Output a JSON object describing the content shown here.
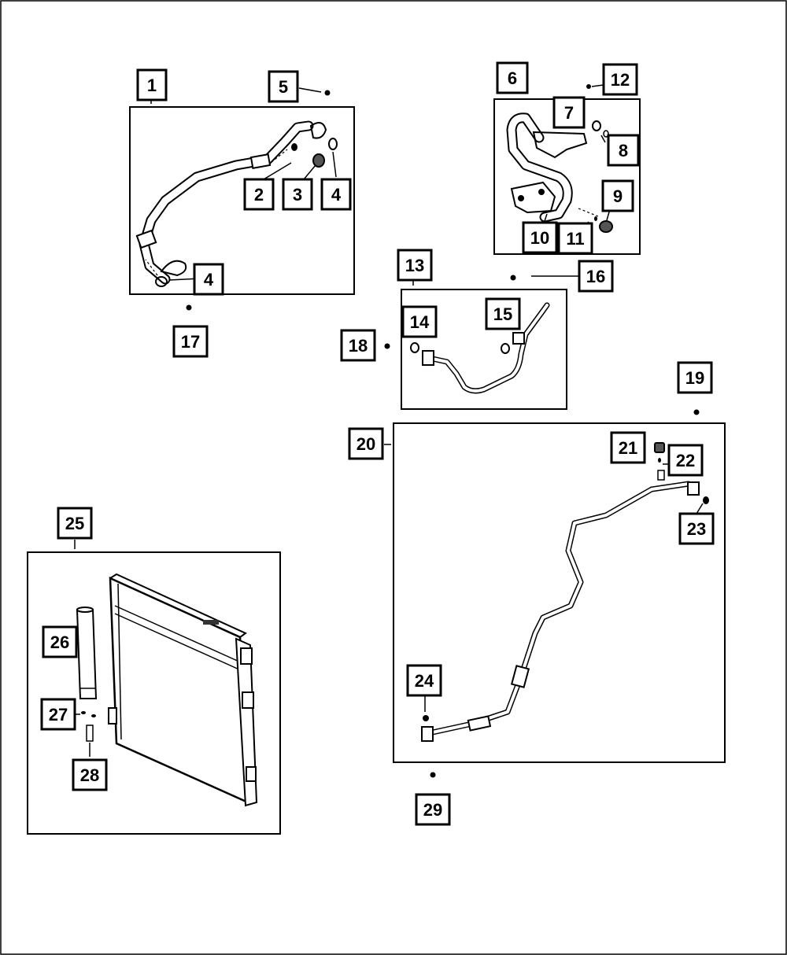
{
  "diagram": {
    "callouts": [
      {
        "id": "c1",
        "label": "1"
      },
      {
        "id": "c2",
        "label": "2"
      },
      {
        "id": "c3",
        "label": "3"
      },
      {
        "id": "c4a",
        "label": "4"
      },
      {
        "id": "c4b",
        "label": "4"
      },
      {
        "id": "c5",
        "label": "5"
      },
      {
        "id": "c6",
        "label": "6"
      },
      {
        "id": "c7",
        "label": "7"
      },
      {
        "id": "c8",
        "label": "8"
      },
      {
        "id": "c9",
        "label": "9"
      },
      {
        "id": "c10",
        "label": "10"
      },
      {
        "id": "c11",
        "label": "11"
      },
      {
        "id": "c12",
        "label": "12"
      },
      {
        "id": "c13",
        "label": "13"
      },
      {
        "id": "c14",
        "label": "14"
      },
      {
        "id": "c15",
        "label": "15"
      },
      {
        "id": "c16",
        "label": "16"
      },
      {
        "id": "c17",
        "label": "17"
      },
      {
        "id": "c18",
        "label": "18"
      },
      {
        "id": "c19",
        "label": "19"
      },
      {
        "id": "c20",
        "label": "20"
      },
      {
        "id": "c21",
        "label": "21"
      },
      {
        "id": "c22",
        "label": "22"
      },
      {
        "id": "c23",
        "label": "23"
      },
      {
        "id": "c24",
        "label": "24"
      },
      {
        "id": "c25",
        "label": "25"
      },
      {
        "id": "c26",
        "label": "26"
      },
      {
        "id": "c27",
        "label": "27"
      },
      {
        "id": "c28",
        "label": "28"
      },
      {
        "id": "c29",
        "label": "29"
      }
    ]
  }
}
